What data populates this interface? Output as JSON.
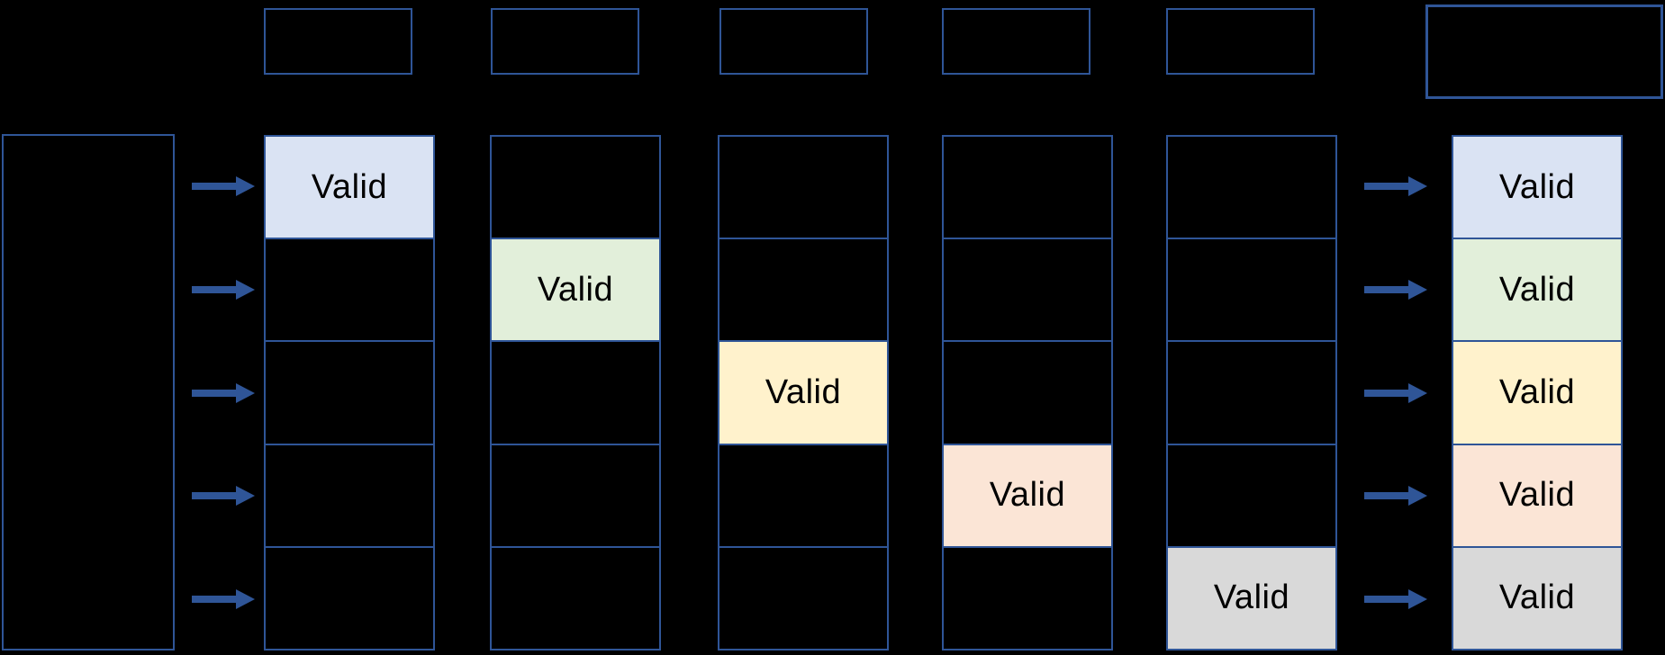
{
  "canvas": {
    "background": "#000000"
  },
  "colors": {
    "border": "#2F5597",
    "arrow": "#2F5597",
    "valid_text": "#000000",
    "palette": {
      "blue": "#DAE3F3",
      "green": "#E2EFDA",
      "yellow": "#FFF2CC",
      "peach": "#FBE5D6",
      "gray": "#D9D9D9"
    }
  },
  "diagram": {
    "valid_label": "Valid",
    "row_count": 5,
    "top_small_box_count": 5,
    "stage_columns": [
      {
        "valid_row": 1,
        "valid_color": "blue",
        "valid_label": "Valid"
      },
      {
        "valid_row": 2,
        "valid_color": "green",
        "valid_label": "Valid"
      },
      {
        "valid_row": 3,
        "valid_color": "yellow",
        "valid_label": "Valid"
      },
      {
        "valid_row": 4,
        "valid_color": "peach",
        "valid_label": "Valid"
      },
      {
        "valid_row": 5,
        "valid_color": "gray",
        "valid_label": "Valid"
      }
    ],
    "result_column": {
      "rows": [
        {
          "label": "Valid",
          "color": "blue"
        },
        {
          "label": "Valid",
          "color": "green"
        },
        {
          "label": "Valid",
          "color": "yellow"
        },
        {
          "label": "Valid",
          "color": "peach"
        },
        {
          "label": "Valid",
          "color": "gray"
        }
      ]
    }
  }
}
